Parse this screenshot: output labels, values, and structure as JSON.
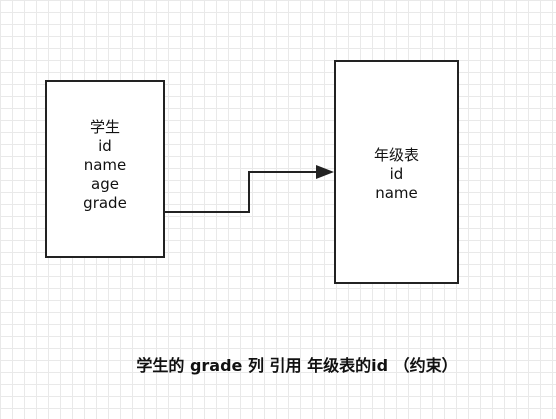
{
  "student_table": {
    "title": "学生",
    "fields": [
      "id",
      "name",
      "age",
      "grade"
    ]
  },
  "grade_table": {
    "title": "年级表",
    "fields": [
      "id",
      "name"
    ]
  },
  "caption": "学生的 grade 列 引用 年级表的id （约束）"
}
